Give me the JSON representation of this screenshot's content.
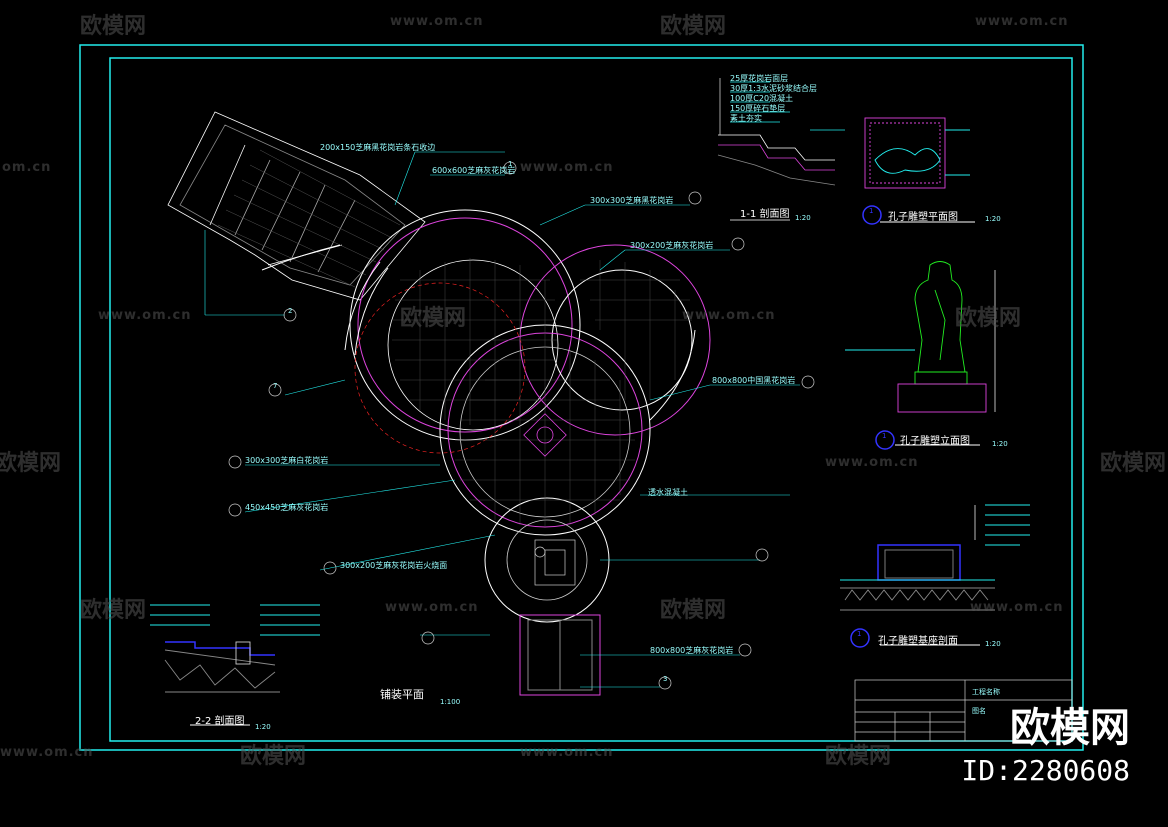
{
  "watermark": {
    "logo_text": "欧模网",
    "url_text": "www.om.cn",
    "url_short": "om.cn"
  },
  "brand": {
    "logo_text": "欧模网",
    "id_text": "ID:2280608"
  },
  "drawing": {
    "titles": {
      "plan": "铺装平面",
      "section_1": "1-1 剖面图",
      "section_2": "2-2 剖面图",
      "statue_plan": "孔子雕塑平面图",
      "statue_elevation": "孔子雕塑立面图",
      "statue_base": "孔子雕塑基座剖面"
    },
    "scales": {
      "plan": "1:100",
      "detail": "1:20"
    },
    "title_block": {
      "project": "工程名称",
      "drawing": "图名"
    },
    "bubbles": {
      "b1": "1",
      "b2": "2",
      "b3": "3",
      "b7": "7"
    },
    "callouts": [
      "200x150芝麻黑花岗岩条石收边",
      "600x600芝麻灰花岗岩",
      "300x300芝麻黑花岗岩",
      "300x200芝麻灰花岗岩",
      "800x800中国黑花岗岩",
      "300x300芝麻白花岗岩",
      "450x450芝麻灰花岗岩",
      "300x200芝麻灰花岗岩火烧面",
      "800x800芝麻灰花岗岩",
      "透水混凝土"
    ],
    "legend_lines": [
      "25厚花岗岩面层",
      "30厚1:3水泥砂浆结合层",
      "100厚C20混凝土",
      "150厚碎石垫层",
      "素土夯实"
    ]
  }
}
